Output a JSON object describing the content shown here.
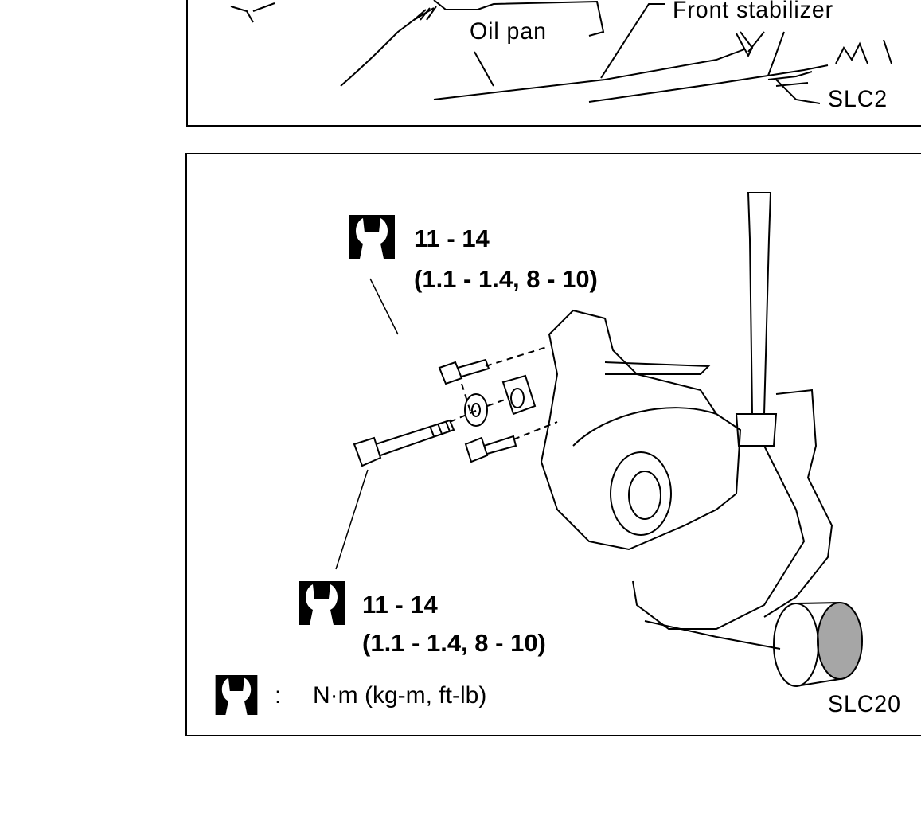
{
  "top_panel": {
    "labels": {
      "oil_pan": "Oil pan",
      "front_stabilizer": "Front stabilizer",
      "figure_code": "SLC2"
    }
  },
  "bottom_panel": {
    "torque_upper": {
      "value": "11 - 14",
      "alt": "(1.1 - 1.4, 8 - 10)"
    },
    "torque_lower": {
      "value": "11 - 14",
      "alt": "(1.1 - 1.4, 8 - 10)"
    },
    "legend": {
      "separator": ":",
      "units": "N·m (kg-m, ft-lb)",
      "icon": "torque-wrench-icon"
    },
    "figure_code": "SLC20"
  }
}
